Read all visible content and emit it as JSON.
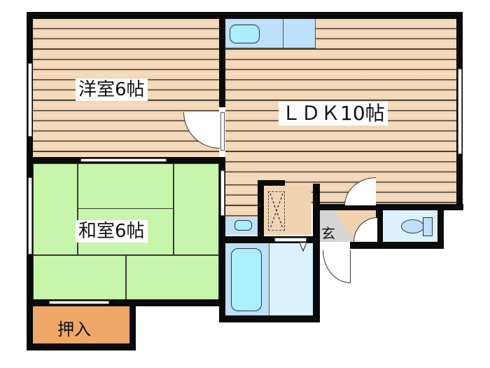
{
  "floor_plan": {
    "rooms": [
      {
        "id": "western-room",
        "label": "洋室6帖",
        "type": "洋室",
        "size": "6帖"
      },
      {
        "id": "ldk",
        "label": "ＬＤＫ10帖",
        "type": "LDK",
        "size": "10帖"
      },
      {
        "id": "japanese-room",
        "label": "和室6帖",
        "type": "和室",
        "size": "6帖"
      },
      {
        "id": "closet",
        "label": "押入",
        "type": "押入"
      },
      {
        "id": "entrance",
        "label": "玄",
        "type": "玄関"
      },
      {
        "id": "toilet",
        "label": "",
        "type": "トイレ"
      },
      {
        "id": "bathroom",
        "label": "",
        "type": "浴室"
      },
      {
        "id": "washroom",
        "label": "",
        "type": "洗面所"
      }
    ],
    "colors": {
      "wall": "#0a0a0a",
      "wood_floor": "#f2d3b1",
      "tatami": "#c8f5ac",
      "closet": "#f0a868",
      "wet_area": "#bfe0fb",
      "wet_area_light": "#dbf1ff",
      "fixture": "#a9effd",
      "entrance": "#d6d6d6",
      "background": "#ffffff"
    }
  }
}
